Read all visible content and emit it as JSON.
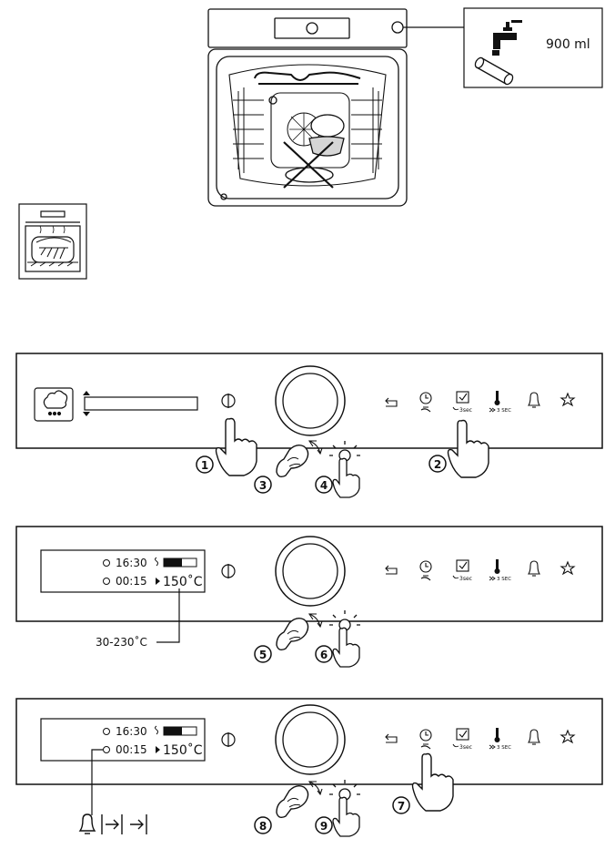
{
  "water_callout": {
    "amount": "900 ml"
  },
  "panel1": {
    "steps": [
      "1",
      "2",
      "3",
      "4"
    ]
  },
  "panel2": {
    "time_clock": "16:30",
    "time_duration": "00:15",
    "temperature": "150˚C",
    "range_label": "30-230˚C",
    "steps": [
      "5",
      "6"
    ]
  },
  "panel3": {
    "time_clock": "16:30",
    "time_duration": "00:15",
    "temperature": "150˚C",
    "steps": [
      "7",
      "8",
      "9"
    ]
  },
  "key_labels": {
    "three_sec": "3sec",
    "three_sec_caps": "3 SEC"
  },
  "icons": [
    "back-arrow-icon",
    "timer-icon",
    "check-hold-icon",
    "thermometer-icon",
    "bell-icon",
    "star-icon",
    "power-icon",
    "steam-cloud-icon",
    "faucet-icon",
    "water-tube-icon"
  ]
}
